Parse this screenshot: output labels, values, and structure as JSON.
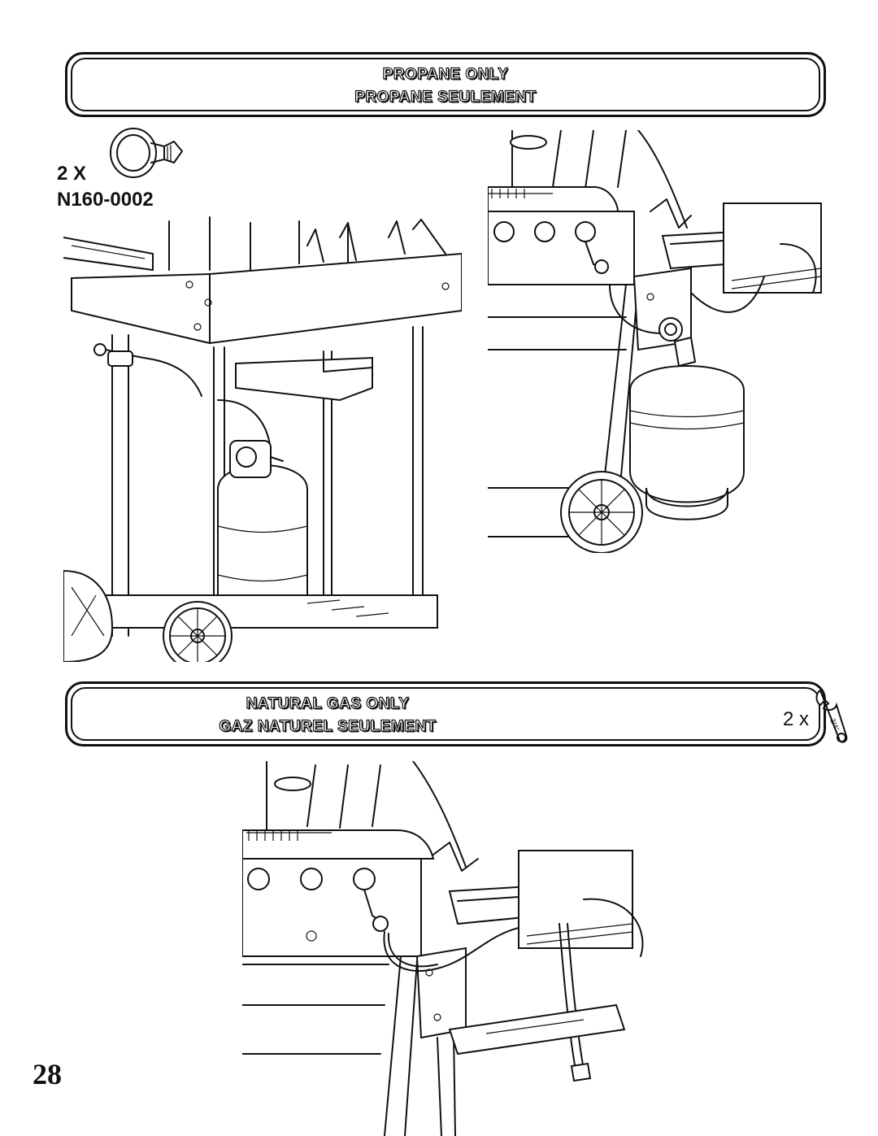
{
  "propane_banner": {
    "line1": "PROPANE ONLY",
    "line2": "PROPANE SEULEMENT"
  },
  "hose_clip": {
    "quantity": "2 X",
    "part_number": "N160-0002",
    "icon": "hose-clip-icon"
  },
  "natural_gas_banner": {
    "line1": "NATURAL GAS ONLY",
    "line2": "GAZ NATUREL SEULEMENT",
    "wrench_quantity": "2 x",
    "wrench_size": "3/4\"",
    "icon": "wrench-icon"
  },
  "page_number": "28"
}
